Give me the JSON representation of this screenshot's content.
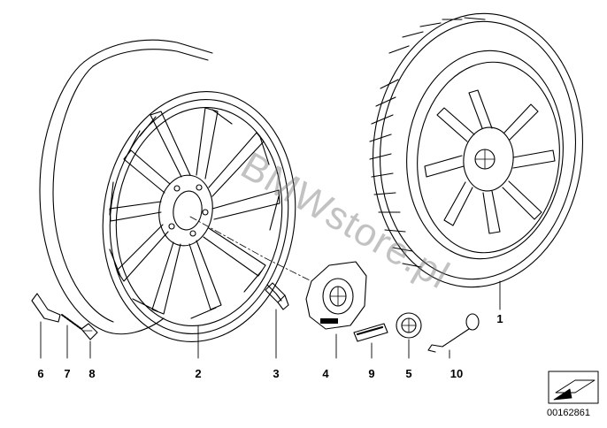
{
  "watermark": "BMWstore.pl",
  "diagram_id": "00162861",
  "callouts": {
    "p1": "1",
    "p2": "2",
    "p3": "3",
    "p4": "4",
    "p5": "5",
    "p6": "6",
    "p7": "7",
    "p8": "8",
    "p9": "9",
    "p10": "10"
  },
  "icons": {
    "view-direction": "arrow-box-icon"
  }
}
